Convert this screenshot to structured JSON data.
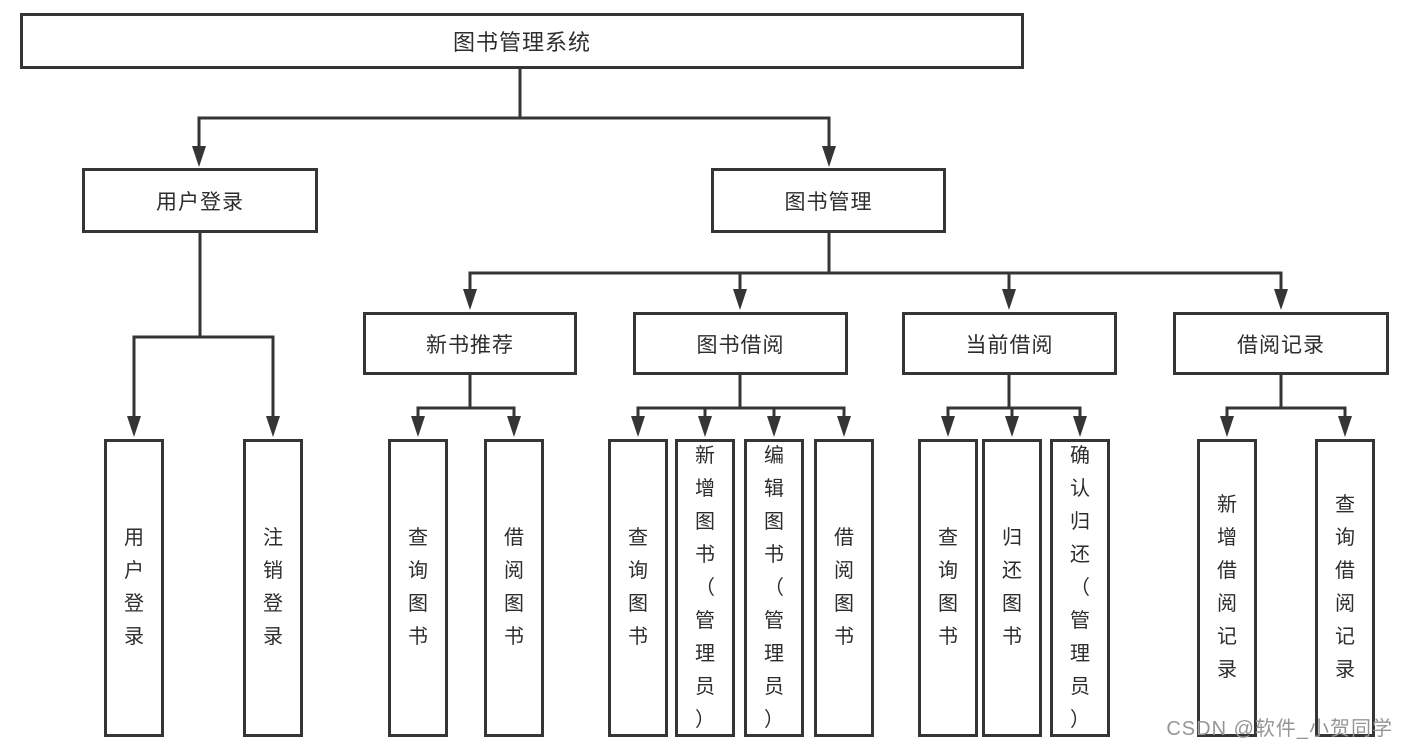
{
  "colors": {
    "line": "#353535",
    "box_border": "#353535",
    "text": "#2d2d2d",
    "watermark": "#969696",
    "background": "#ffffff"
  },
  "tree": {
    "root": {
      "label": "图书管理系统",
      "children": [
        {
          "label": "用户登录",
          "children": [
            {
              "label": "用户登录"
            },
            {
              "label": "注销登录"
            }
          ]
        },
        {
          "label": "图书管理",
          "children": [
            {
              "label": "新书推荐",
              "children": [
                {
                  "label": "查询图书"
                },
                {
                  "label": "借阅图书"
                }
              ]
            },
            {
              "label": "图书借阅",
              "children": [
                {
                  "label": "查询图书"
                },
                {
                  "label": "新增图书（管理员）"
                },
                {
                  "label": "编辑图书（管理员）"
                },
                {
                  "label": "借阅图书"
                }
              ]
            },
            {
              "label": "当前借阅",
              "children": [
                {
                  "label": "查询图书"
                },
                {
                  "label": "归还图书"
                },
                {
                  "label": "确认归还（管理员）"
                }
              ]
            },
            {
              "label": "借阅记录",
              "children": [
                {
                  "label": "新增借阅记录"
                },
                {
                  "label": "查询借阅记录"
                }
              ]
            }
          ]
        }
      ]
    }
  },
  "watermark": {
    "text": "CSDN @软件_小贺同学"
  }
}
